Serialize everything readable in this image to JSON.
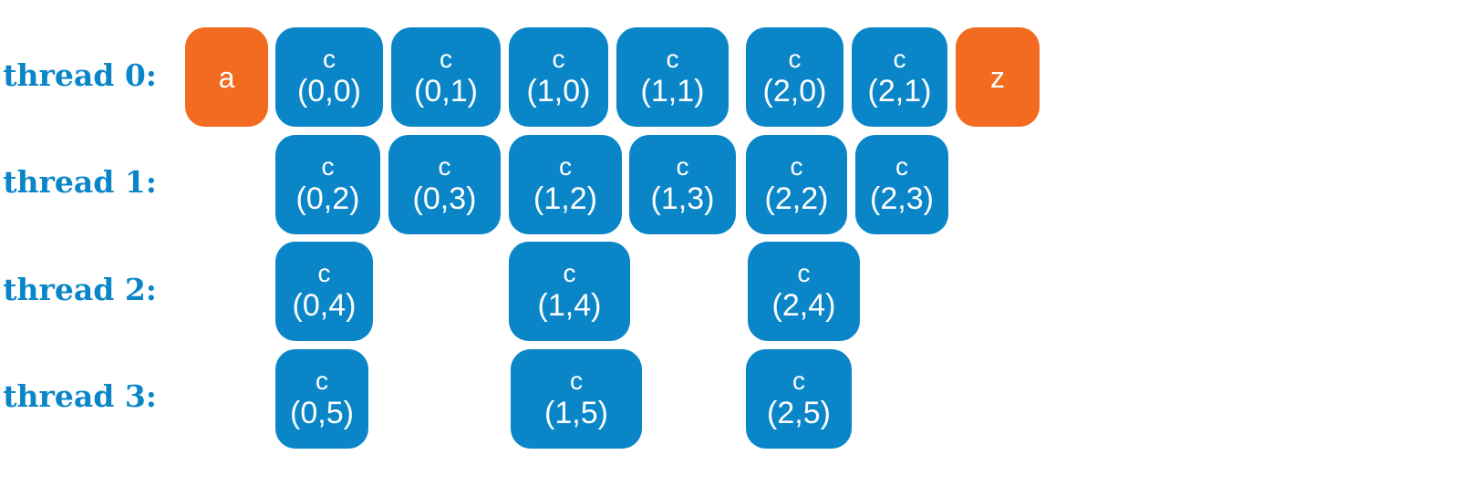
{
  "colors": {
    "label": "#0a86c8",
    "compute_task": "#0a86c8",
    "io_task": "#f26b21",
    "text_on_task": "#ffffff"
  },
  "threads": [
    {
      "label": "thread 0:",
      "tasks": [
        {
          "kind": "io",
          "name": "a",
          "coord": ""
        },
        {
          "kind": "c",
          "name": "c",
          "coord": "(0,0)"
        },
        {
          "kind": "c",
          "name": "c",
          "coord": "(0,1)"
        },
        {
          "kind": "c",
          "name": "c",
          "coord": "(1,0)"
        },
        {
          "kind": "c",
          "name": "c",
          "coord": "(1,1)"
        },
        {
          "kind": "c",
          "name": "c",
          "coord": "(2,0)"
        },
        {
          "kind": "c",
          "name": "c",
          "coord": "(2,1)"
        },
        {
          "kind": "io",
          "name": "z",
          "coord": ""
        }
      ]
    },
    {
      "label": "thread 1:",
      "tasks": [
        {
          "kind": "c",
          "name": "c",
          "coord": "(0,2)"
        },
        {
          "kind": "c",
          "name": "c",
          "coord": "(0,3)"
        },
        {
          "kind": "c",
          "name": "c",
          "coord": "(1,2)"
        },
        {
          "kind": "c",
          "name": "c",
          "coord": "(1,3)"
        },
        {
          "kind": "c",
          "name": "c",
          "coord": "(2,2)"
        },
        {
          "kind": "c",
          "name": "c",
          "coord": "(2,3)"
        }
      ]
    },
    {
      "label": "thread 2:",
      "tasks": [
        {
          "kind": "c",
          "name": "c",
          "coord": "(0,4)"
        },
        {
          "kind": "c",
          "name": "c",
          "coord": "(1,4)"
        },
        {
          "kind": "c",
          "name": "c",
          "coord": "(2,4)"
        }
      ]
    },
    {
      "label": "thread 3:",
      "tasks": [
        {
          "kind": "c",
          "name": "c",
          "coord": "(0,5)"
        },
        {
          "kind": "c",
          "name": "c",
          "coord": "(1,5)"
        },
        {
          "kind": "c",
          "name": "c",
          "coord": "(2,5)"
        }
      ]
    }
  ]
}
